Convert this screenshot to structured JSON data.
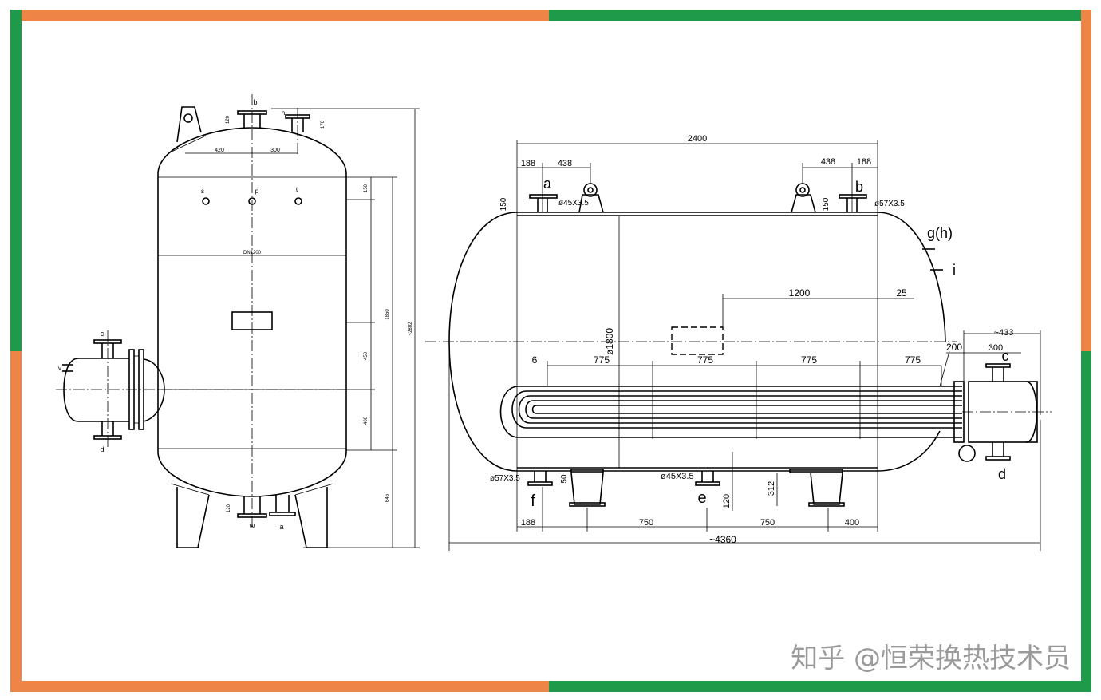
{
  "frame": {
    "orange": "#ee8546",
    "green": "#1f9a4b"
  },
  "vertical_view": {
    "dims": {
      "d120_top": "120",
      "d170": "170",
      "d420": "420",
      "d300": "300",
      "d150": "150",
      "dn": "DN1200",
      "d1850": "1850",
      "total": "~2802",
      "d450": "450",
      "d400": "400",
      "d646": "646",
      "d120_bot": "120"
    },
    "labels": {
      "b": "b",
      "n": "n",
      "s": "s",
      "p": "p",
      "t": "t",
      "c": "c",
      "d": "d",
      "v": "v",
      "w": "w",
      "a": "a"
    }
  },
  "horizontal_view": {
    "dims": {
      "d2400": "2400",
      "d188_l": "188",
      "d438_l": "438",
      "d438_r": "438",
      "d188_r": "188",
      "d150_l": "150",
      "d150_r": "150",
      "pipe_a": "ø45X3.5",
      "pipe_b": "ø57X3.5",
      "d1200": "1200",
      "d25": "25",
      "diam": "ø1800",
      "d433": "~433",
      "d200": "200",
      "d300": "300",
      "d6": "6",
      "d775_1": "775",
      "d775_2": "775",
      "d775_3": "775",
      "d775_4": "775",
      "pipe_f": "ø57X3.5",
      "d50": "50",
      "pipe_e": "ø45X3.5",
      "d120": "120",
      "d312": "312",
      "d188_b": "188",
      "d750_1": "750",
      "d750_2": "750",
      "d400": "400",
      "d4360": "~4360"
    },
    "labels": {
      "a": "a",
      "b": "b",
      "gh": "g(h)",
      "i": "i",
      "c": "c",
      "d": "d",
      "f": "f",
      "e": "e"
    }
  },
  "watermark": "知乎 @恒荣换热技术员"
}
